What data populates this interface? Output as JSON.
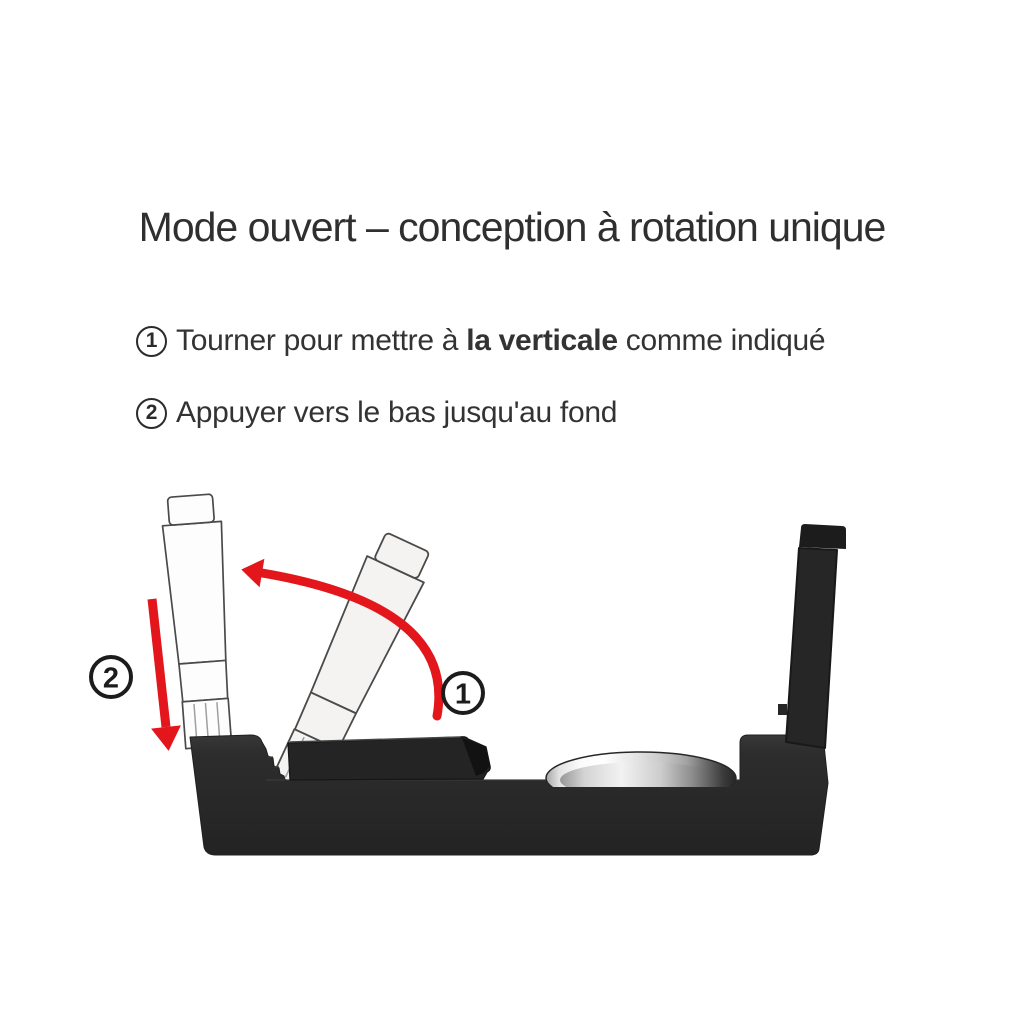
{
  "title": "Mode ouvert – conception à rotation unique",
  "instructions": [
    {
      "number": "1",
      "pre": "Tourner pour mettre à ",
      "bold": "la verticale",
      "post": " comme indiqué"
    },
    {
      "number": "2",
      "pre": "Appuyer vers le bas jusqu'au fond",
      "bold": "",
      "post": ""
    }
  ],
  "diagram": {
    "step1_label": "1",
    "step2_label": "2",
    "colors": {
      "arrow_red": "#e3161b",
      "device_dark": "#2b2b2b",
      "device_darker": "#1e1e1e",
      "arm_white": "#fdfdfd",
      "arm_tilted": "#f4f3f1",
      "outline": "#4a4a4a",
      "chrome_light": "#fafafa",
      "chrome_dark": "#3c3c3c"
    }
  }
}
